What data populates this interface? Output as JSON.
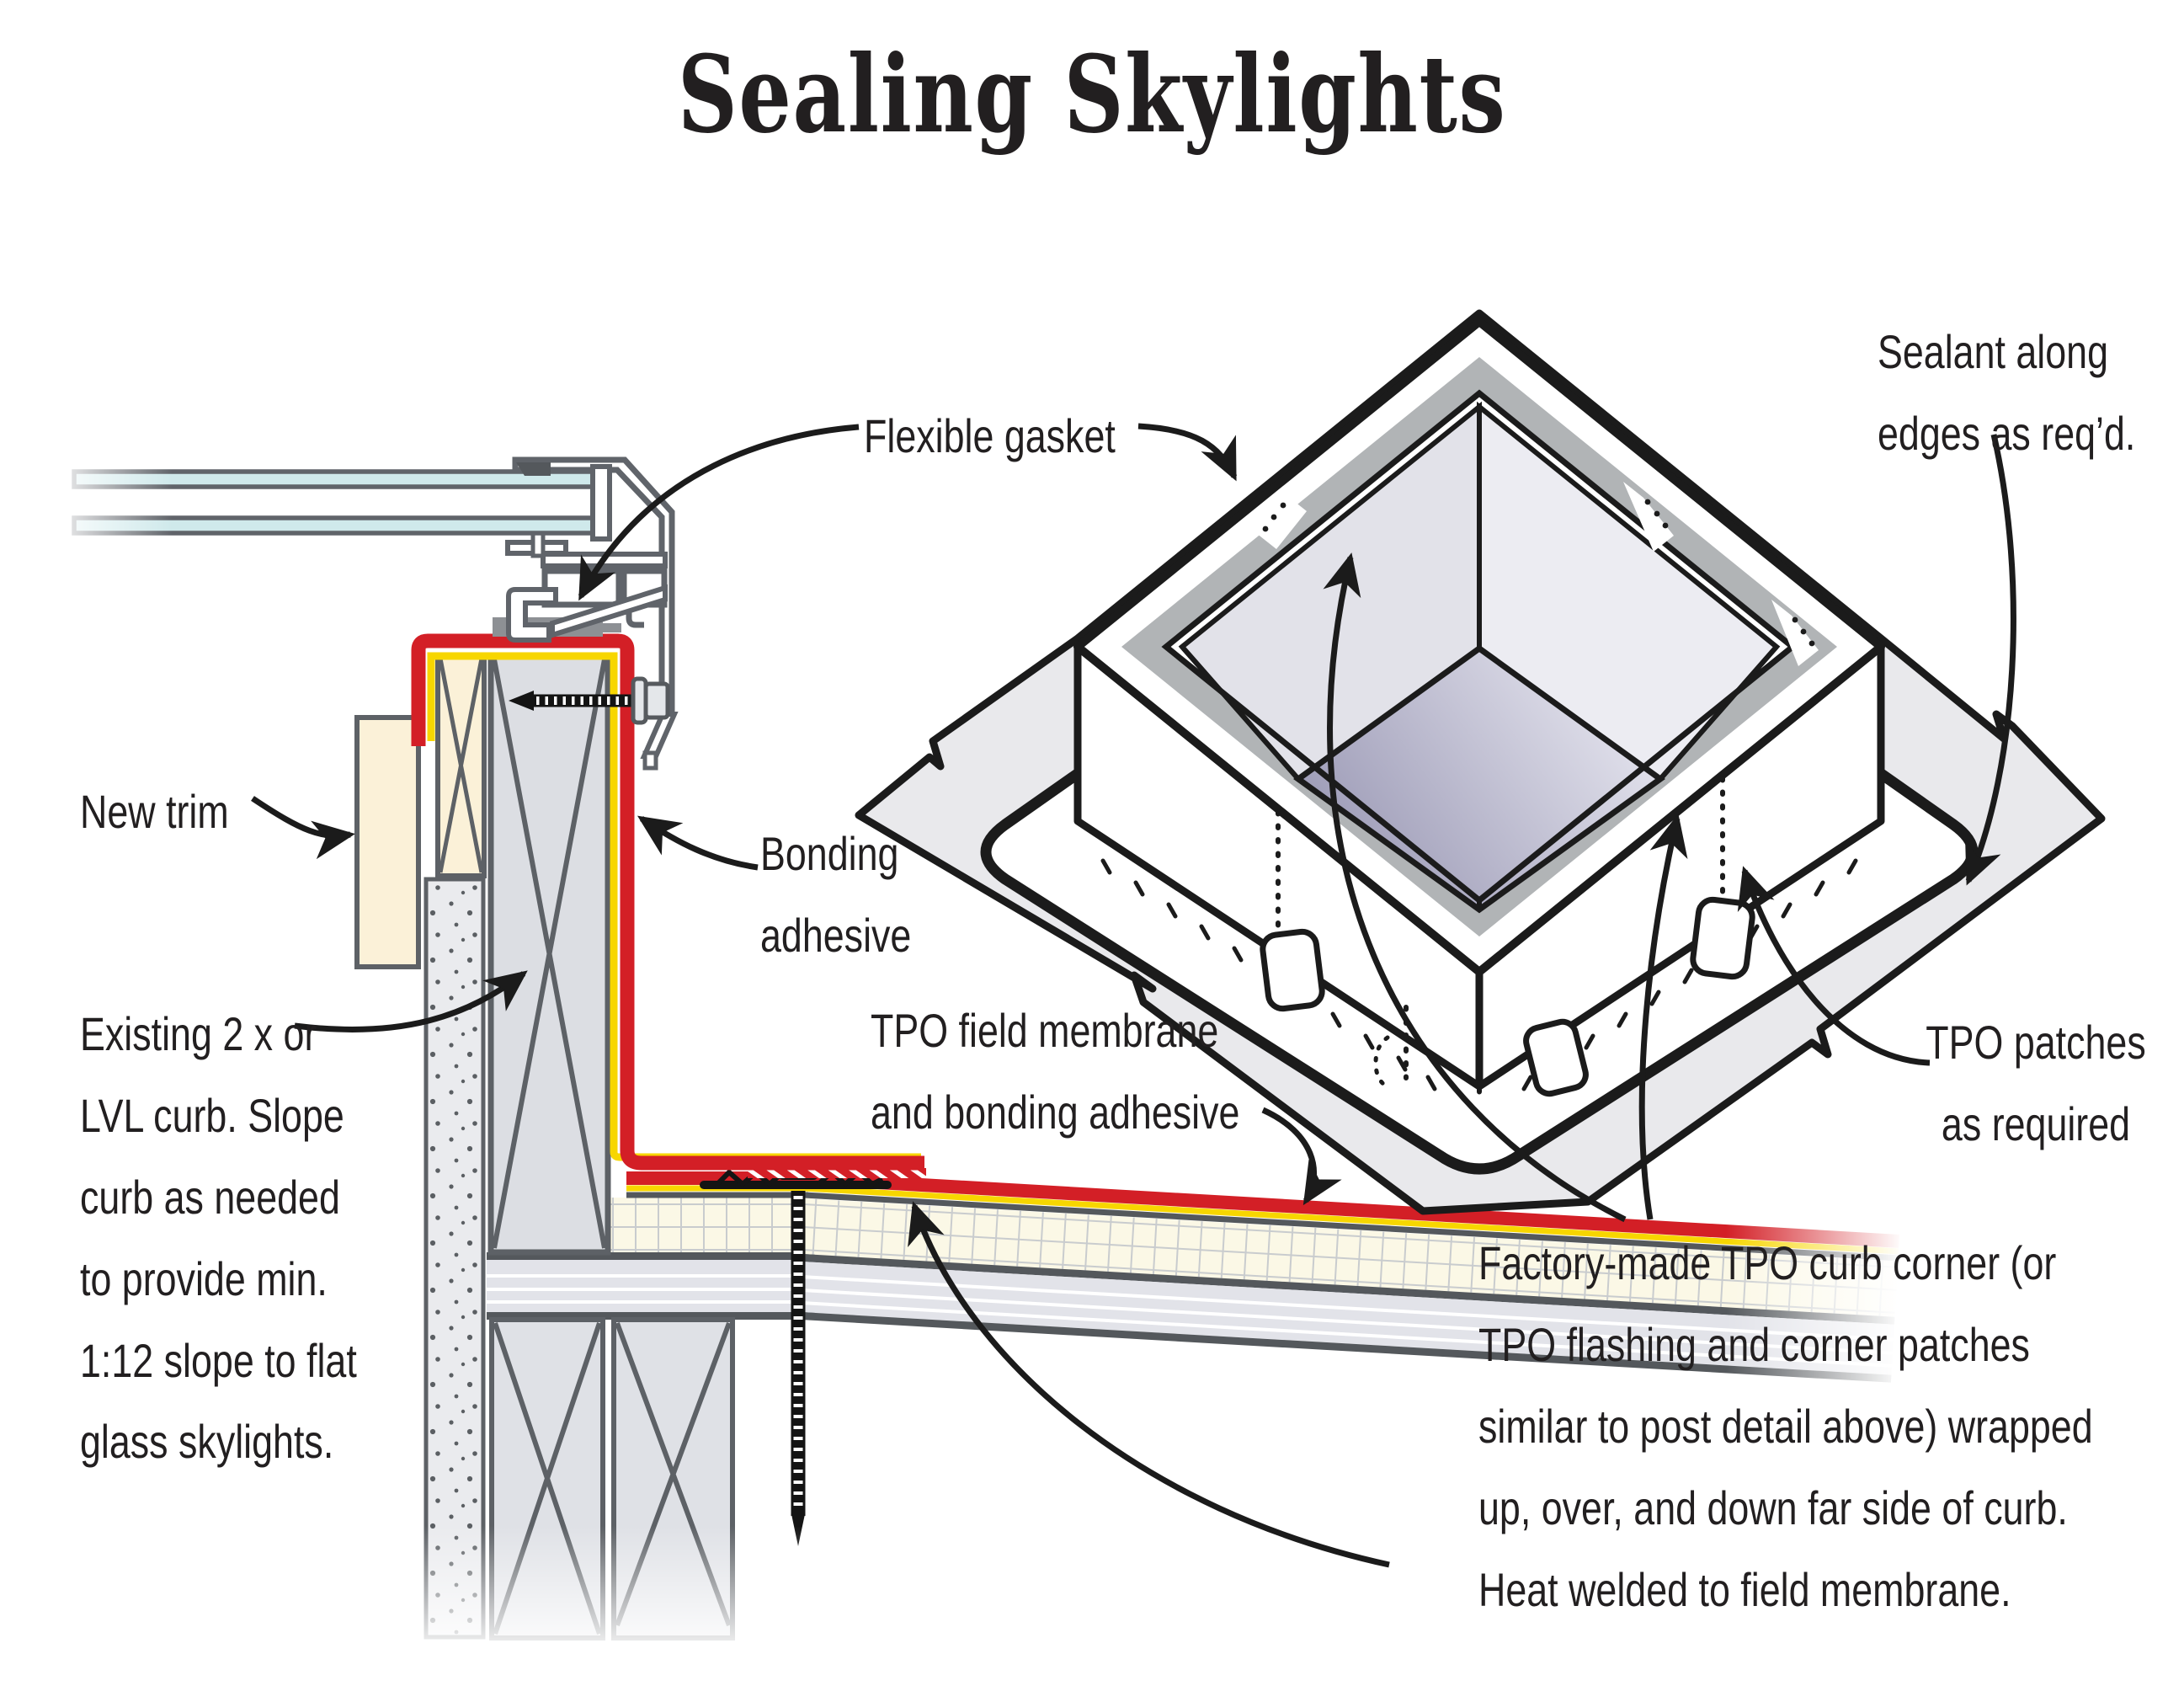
{
  "title": "Sealing Skylights",
  "labels": {
    "flexible_gasket": "Flexible gasket",
    "sealant": [
      "Sealant along",
      "edges as req’d."
    ],
    "new_trim": "New trim",
    "bonding_adhesive": [
      "Bonding",
      "adhesive"
    ],
    "existing_curb": [
      "Existing 2 x or",
      "LVL curb. Slope",
      "curb as needed",
      "to provide min.",
      "1:12 slope to flat",
      "glass skylights."
    ],
    "tpo_field": [
      "TPO field membrane",
      "and bonding adhesive"
    ],
    "tpo_patches": [
      "TPO patches",
      "as required"
    ],
    "factory": [
      "Factory-made TPO curb corner (or",
      "TPO flashing and corner patches",
      "similar to post detail above) wrapped",
      "up, over, and down far side of curb.",
      "Heat welded to field membrane."
    ]
  },
  "colors": {
    "membrane_red": "#d31f26",
    "adhesive_yellow": "#f7d600",
    "glass_blue": "#cfe9eb",
    "sealant_gray": "#b1b4b6",
    "frame_gray": "#60646a",
    "trim_cream": "#fbf1d8",
    "insulation_cream": "#fbf8e6",
    "lumber_gray": "#dcdee3",
    "outline_black": "#1b1b1b",
    "text_black": "#221f20"
  }
}
